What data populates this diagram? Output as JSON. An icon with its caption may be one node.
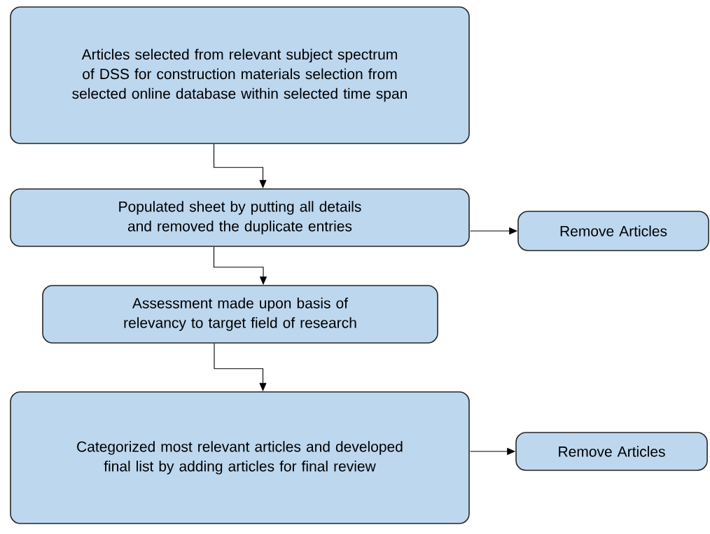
{
  "diagram": {
    "nodes": [
      {
        "text": [
          "Articles selected from relevant subject spectrum of DSS for construction materials selection from selected online database within selected time span"
        ]
      },
      {
        "text": [
          "Populated sheet by putting all details and removed the duplicate entries"
        ]
      },
      {
        "text": [
          "Assessment made upon basis of relevancy to target field of research"
        ]
      },
      {
        "text": [
          "Categorized most relevant articles and developed final list by adding articles for final review"
        ]
      },
      {
        "text": [
          "Remove Articles"
        ]
      },
      {
        "text": [
          "Remove Articles"
        ]
      }
    ],
    "edges": [
      {
        "from": 0,
        "to": 1,
        "arrow": "to"
      },
      {
        "from": 1,
        "to": 2,
        "arrow": "to"
      },
      {
        "from": 2,
        "to": 3,
        "arrow": "to"
      },
      {
        "from": 1,
        "to": 4,
        "arrow": "to"
      },
      {
        "from": 3,
        "to": 5,
        "arrow": "to"
      }
    ]
  }
}
